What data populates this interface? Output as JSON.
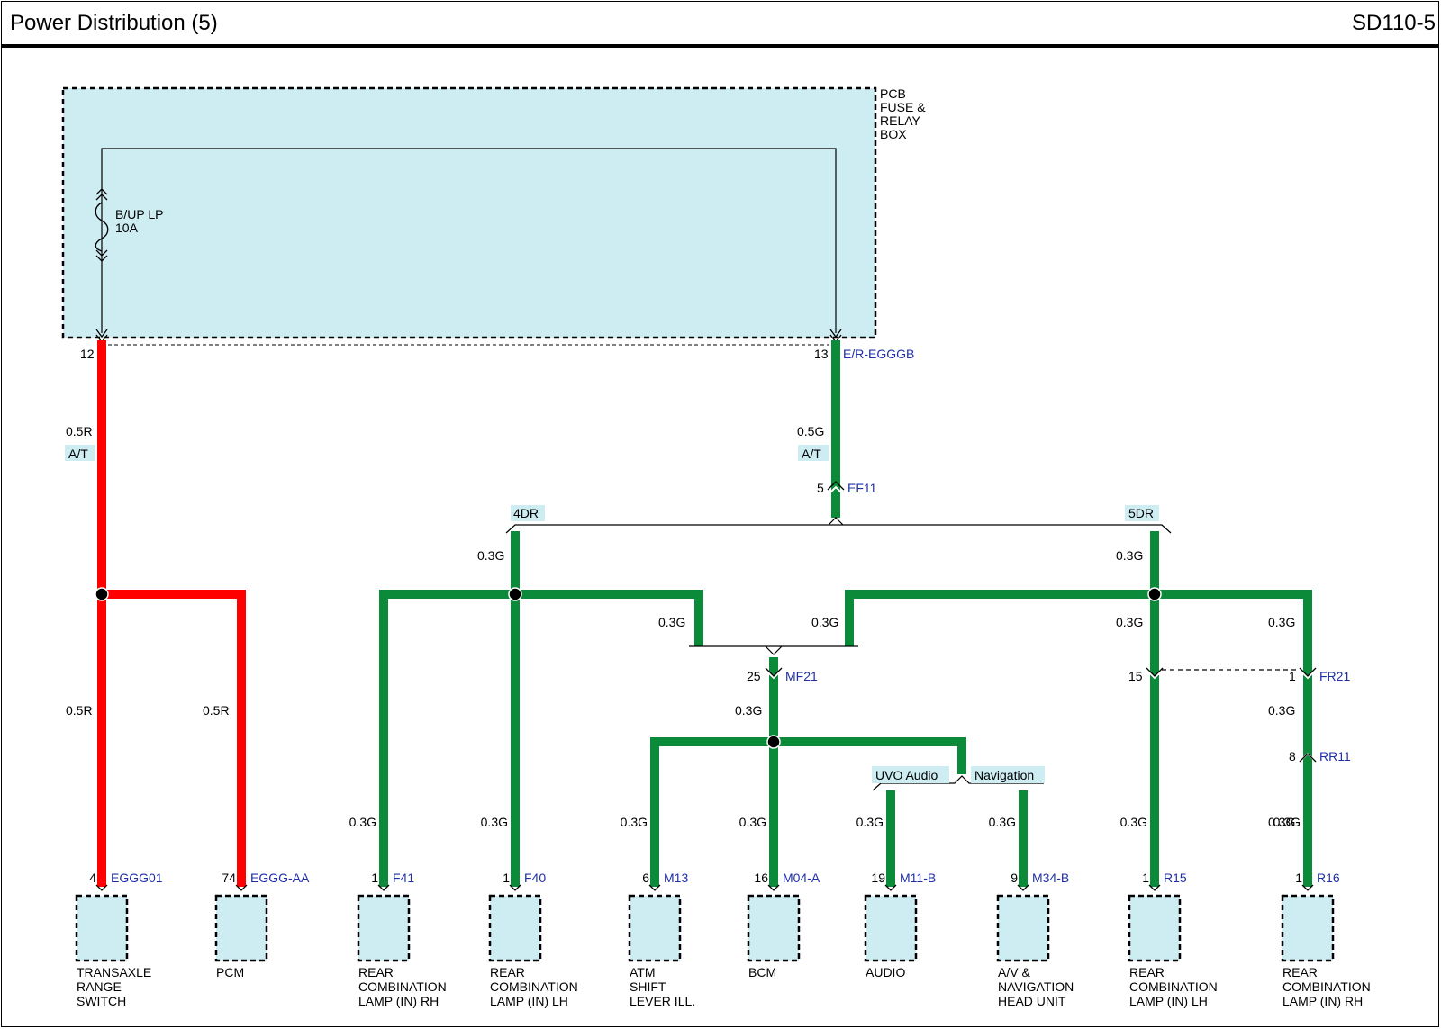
{
  "header": {
    "title": "Power Distribution (5)",
    "code": "SD110-5"
  },
  "colors": {
    "red_wire": "#ff0000",
    "green_wire": "#0b8a3a",
    "box_fill": "#cdedf3",
    "connector_text": "#1f2fa8"
  },
  "pcb_box": {
    "label_lines": [
      "PCB",
      "FUSE &",
      "RELAY",
      "BOX"
    ]
  },
  "fuse": {
    "name": "B/UP LP",
    "rating": "10A"
  },
  "pins": {
    "left_pin": "12",
    "right_pin": "13",
    "right_conn": "E/R-EGGGB"
  },
  "wires": {
    "red_main": "0.5R",
    "red_option": "A/T",
    "green_main": "0.5G",
    "green_option": "A/T",
    "red_left_low": "0.5R",
    "red_right_low": "0.5R",
    "g_4dr": "0.3G",
    "g_5dr": "0.3G",
    "g_mid_left": "0.3G",
    "g_mid_right": "0.3G",
    "g_5dr_a": "0.3G",
    "g_5dr_b": "0.3G",
    "g_mf": "0.3G",
    "g_rr_top": "0.3G",
    "g_rr_bot": "0.3G"
  },
  "connectors": {
    "ef11": {
      "pin": "5",
      "id": "EF11"
    },
    "mf21": {
      "pin": "25",
      "id": "MF21"
    },
    "fr21_a": {
      "pin": "15"
    },
    "fr21_b": {
      "pin": "1",
      "id": "FR21"
    },
    "rr11": {
      "pin": "8",
      "id": "RR11"
    }
  },
  "options": {
    "door4": "4DR",
    "door5": "5DR",
    "uvo": "UVO Audio",
    "nav": "Navigation"
  },
  "components": [
    {
      "pin": "4",
      "conn": "EGGG01",
      "wire": "",
      "lines": [
        "TRANSAXLE",
        "RANGE",
        "SWITCH"
      ]
    },
    {
      "pin": "74",
      "conn": "EGGG-AA",
      "wire": "",
      "lines": [
        "PCM"
      ]
    },
    {
      "pin": "1",
      "conn": "F41",
      "wire": "0.3G",
      "lines": [
        "REAR",
        "COMBINATION",
        "LAMP (IN) RH"
      ]
    },
    {
      "pin": "1",
      "conn": "F40",
      "wire": "0.3G",
      "lines": [
        "REAR",
        "COMBINATION",
        "LAMP (IN) LH"
      ]
    },
    {
      "pin": "6",
      "conn": "M13",
      "wire": "0.3G",
      "lines": [
        "ATM",
        "SHIFT",
        "LEVER ILL."
      ]
    },
    {
      "pin": "16",
      "conn": "M04-A",
      "wire": "0.3G",
      "lines": [
        "BCM"
      ]
    },
    {
      "pin": "19",
      "conn": "M11-B",
      "wire": "0.3G",
      "lines": [
        "AUDIO"
      ]
    },
    {
      "pin": "9",
      "conn": "M34-B",
      "wire": "0.3G",
      "lines": [
        "A/V &",
        "NAVIGATION",
        "HEAD UNIT"
      ]
    },
    {
      "pin": "1",
      "conn": "R15",
      "wire": "0.3G",
      "lines": [
        "REAR",
        "COMBINATION",
        "LAMP (IN) LH"
      ]
    },
    {
      "pin": "1",
      "conn": "R16",
      "wire": "0.3G",
      "lines": [
        "REAR",
        "COMBINATION",
        "LAMP (IN) RH"
      ]
    }
  ]
}
